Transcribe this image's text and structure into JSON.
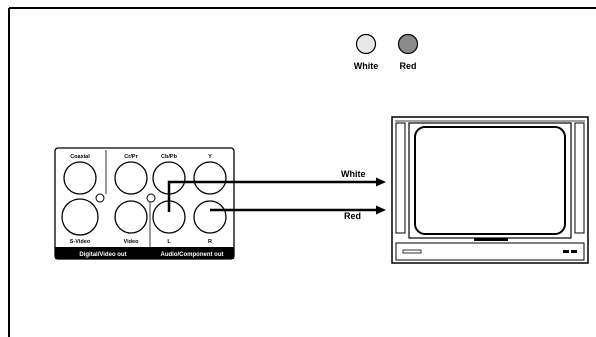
{
  "legend": [
    {
      "label": "White",
      "color": "#e8e8e8"
    },
    {
      "label": "Red",
      "color": "#8a8a8a"
    }
  ],
  "panel": {
    "jacks": {
      "coaxial": "Coaxial",
      "cr_pr": "Cr/Pr",
      "cb_pb": "Cb/Pb",
      "y": "Y",
      "s_video": "S-Video",
      "video": "Video",
      "l": "L",
      "r": "R"
    },
    "sections": {
      "digital_video_out": "Digital/Video out",
      "audio_component_out": "Audio/Component out"
    }
  },
  "cables": {
    "white": "White",
    "red": "Red"
  },
  "tv": {
    "name": "television"
  }
}
